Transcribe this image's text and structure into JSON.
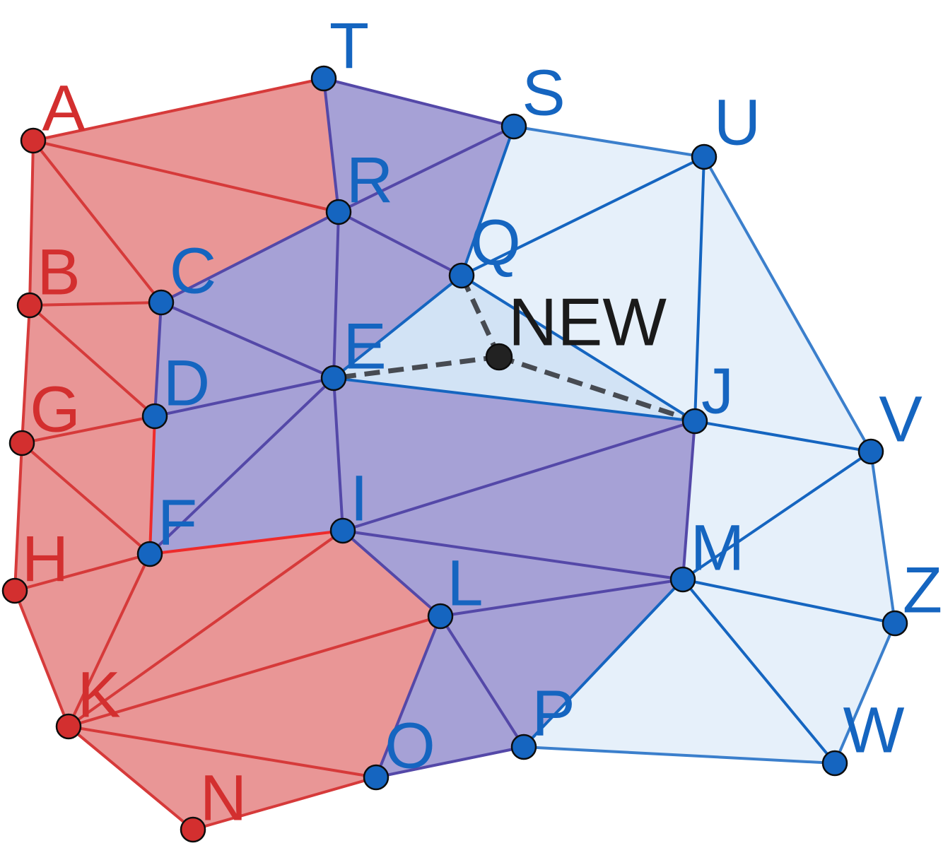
{
  "colors": {
    "red_fill": "#e99696",
    "red_stroke": "#d63a3a",
    "red_edge_bright": "#ee2b2b",
    "red_node": "#d32f2f",
    "red_label": "#d32f2f",
    "purple_fill": "#a6a1d6",
    "purple_stroke": "#5448a8",
    "blue_fill": "#e6f0fa",
    "blue_stroke": "#3b7fcc",
    "blue_node": "#1565c0",
    "blue_label": "#1565c0",
    "new_fill": "#d2e3f5",
    "new_node": "#222222",
    "new_label": "#1a1a1a",
    "dashed": "#474b52"
  },
  "labels": {
    "A": "A",
    "B": "B",
    "C": "C",
    "D": "D",
    "E": "E",
    "F": "F",
    "G": "G",
    "H": "H",
    "I": "I",
    "J": "J",
    "K": "K",
    "L": "L",
    "M": "M",
    "N": "N",
    "O": "O",
    "P": "P",
    "Q": "Q",
    "R": "R",
    "S": "S",
    "T": "T",
    "U": "U",
    "V": "V",
    "W": "W",
    "Z": "Z",
    "NEW": "NEW"
  },
  "nodes": [
    {
      "id": "A",
      "group": "red"
    },
    {
      "id": "B",
      "group": "red"
    },
    {
      "id": "G",
      "group": "red"
    },
    {
      "id": "H",
      "group": "red"
    },
    {
      "id": "K",
      "group": "red"
    },
    {
      "id": "N",
      "group": "red"
    },
    {
      "id": "T",
      "group": "blue"
    },
    {
      "id": "S",
      "group": "blue"
    },
    {
      "id": "U",
      "group": "blue"
    },
    {
      "id": "R",
      "group": "blue"
    },
    {
      "id": "C",
      "group": "blue"
    },
    {
      "id": "Q",
      "group": "blue"
    },
    {
      "id": "E",
      "group": "blue"
    },
    {
      "id": "D",
      "group": "blue"
    },
    {
      "id": "J",
      "group": "blue"
    },
    {
      "id": "V",
      "group": "blue"
    },
    {
      "id": "F",
      "group": "blue"
    },
    {
      "id": "I",
      "group": "blue"
    },
    {
      "id": "M",
      "group": "blue"
    },
    {
      "id": "L",
      "group": "blue"
    },
    {
      "id": "Z",
      "group": "blue"
    },
    {
      "id": "P",
      "group": "blue"
    },
    {
      "id": "O",
      "group": "blue"
    },
    {
      "id": "W",
      "group": "blue"
    },
    {
      "id": "NEW",
      "group": "new"
    }
  ],
  "triangles": [
    {
      "v": [
        "A",
        "T",
        "R"
      ],
      "group": "red"
    },
    {
      "v": [
        "A",
        "R",
        "C"
      ],
      "group": "red"
    },
    {
      "v": [
        "A",
        "B",
        "C"
      ],
      "group": "red"
    },
    {
      "v": [
        "B",
        "C",
        "D"
      ],
      "group": "red"
    },
    {
      "v": [
        "B",
        "G",
        "D"
      ],
      "group": "red"
    },
    {
      "v": [
        "G",
        "D",
        "F"
      ],
      "group": "red"
    },
    {
      "v": [
        "G",
        "H",
        "F"
      ],
      "group": "red"
    },
    {
      "v": [
        "H",
        "F",
        "K"
      ],
      "group": "red"
    },
    {
      "v": [
        "F",
        "I",
        "K"
      ],
      "group": "red"
    },
    {
      "v": [
        "K",
        "I",
        "L"
      ],
      "group": "red"
    },
    {
      "v": [
        "K",
        "L",
        "O"
      ],
      "group": "red"
    },
    {
      "v": [
        "K",
        "O",
        "N"
      ],
      "group": "red"
    },
    {
      "v": [
        "A",
        "B",
        "G",
        "H",
        "K",
        "N",
        "K"
      ],
      "group": "red"
    },
    {
      "v": [
        "T",
        "S",
        "R"
      ],
      "group": "purple"
    },
    {
      "v": [
        "R",
        "S",
        "Q"
      ],
      "group": "purple"
    },
    {
      "v": [
        "R",
        "Q",
        "E"
      ],
      "group": "purple"
    },
    {
      "v": [
        "C",
        "R",
        "E"
      ],
      "group": "purple"
    },
    {
      "v": [
        "C",
        "E",
        "D"
      ],
      "group": "purple"
    },
    {
      "v": [
        "D",
        "E",
        "F"
      ],
      "group": "purple"
    },
    {
      "v": [
        "F",
        "E",
        "I"
      ],
      "group": "purple"
    },
    {
      "v": [
        "E",
        "J",
        "I"
      ],
      "group": "purple"
    },
    {
      "v": [
        "I",
        "J",
        "M"
      ],
      "group": "purple"
    },
    {
      "v": [
        "I",
        "M",
        "L"
      ],
      "group": "purple"
    },
    {
      "v": [
        "L",
        "M",
        "P"
      ],
      "group": "purple"
    },
    {
      "v": [
        "L",
        "P",
        "O"
      ],
      "group": "purple"
    },
    {
      "v": [
        "S",
        "U",
        "Q"
      ],
      "group": "blue"
    },
    {
      "v": [
        "Q",
        "U",
        "J"
      ],
      "group": "blue"
    },
    {
      "v": [
        "U",
        "V",
        "J"
      ],
      "group": "blue"
    },
    {
      "v": [
        "J",
        "V",
        "M"
      ],
      "group": "blue"
    },
    {
      "v": [
        "M",
        "V",
        "Z"
      ],
      "group": "blue"
    },
    {
      "v": [
        "M",
        "Z",
        "W"
      ],
      "group": "blue"
    },
    {
      "v": [
        "P",
        "M",
        "W"
      ],
      "group": "blue"
    },
    {
      "v": [
        "Q",
        "J",
        "E"
      ],
      "group": "new"
    }
  ],
  "edges": [
    {
      "a": "A",
      "b": "T",
      "style": "red"
    },
    {
      "a": "A",
      "b": "R",
      "style": "red"
    },
    {
      "a": "A",
      "b": "C",
      "style": "red"
    },
    {
      "a": "A",
      "b": "B",
      "style": "red"
    },
    {
      "a": "B",
      "b": "C",
      "style": "red"
    },
    {
      "a": "B",
      "b": "D",
      "style": "red"
    },
    {
      "a": "B",
      "b": "G",
      "style": "red"
    },
    {
      "a": "G",
      "b": "D",
      "style": "red"
    },
    {
      "a": "G",
      "b": "F",
      "style": "red"
    },
    {
      "a": "G",
      "b": "H",
      "style": "red"
    },
    {
      "a": "H",
      "b": "F",
      "style": "red"
    },
    {
      "a": "H",
      "b": "K",
      "style": "red"
    },
    {
      "a": "F",
      "b": "K",
      "style": "red"
    },
    {
      "a": "I",
      "b": "K",
      "style": "red"
    },
    {
      "a": "L",
      "b": "K",
      "style": "red"
    },
    {
      "a": "O",
      "b": "K",
      "style": "red"
    },
    {
      "a": "K",
      "b": "N",
      "style": "red"
    },
    {
      "a": "N",
      "b": "O",
      "style": "red"
    },
    {
      "a": "D",
      "b": "F",
      "style": "red_bright"
    },
    {
      "a": "F",
      "b": "I",
      "style": "red_bright"
    },
    {
      "a": "T",
      "b": "R",
      "style": "purple"
    },
    {
      "a": "T",
      "b": "S",
      "style": "purple"
    },
    {
      "a": "R",
      "b": "S",
      "style": "purple"
    },
    {
      "a": "R",
      "b": "Q",
      "style": "purple"
    },
    {
      "a": "R",
      "b": "C",
      "style": "purple"
    },
    {
      "a": "R",
      "b": "E",
      "style": "purple"
    },
    {
      "a": "C",
      "b": "E",
      "style": "purple"
    },
    {
      "a": "C",
      "b": "D",
      "style": "purple"
    },
    {
      "a": "D",
      "b": "E",
      "style": "purple"
    },
    {
      "a": "E",
      "b": "F",
      "style": "purple"
    },
    {
      "a": "E",
      "b": "I",
      "style": "purple"
    },
    {
      "a": "I",
      "b": "J",
      "style": "purple"
    },
    {
      "a": "I",
      "b": "M",
      "style": "purple"
    },
    {
      "a": "I",
      "b": "L",
      "style": "purple"
    },
    {
      "a": "L",
      "b": "M",
      "style": "purple"
    },
    {
      "a": "L",
      "b": "P",
      "style": "purple"
    },
    {
      "a": "L",
      "b": "O",
      "style": "purple"
    },
    {
      "a": "O",
      "b": "P",
      "style": "purple"
    },
    {
      "a": "J",
      "b": "M",
      "style": "purple"
    },
    {
      "a": "S",
      "b": "Q",
      "style": "blue"
    },
    {
      "a": "S",
      "b": "U",
      "style": "blue_light"
    },
    {
      "a": "Q",
      "b": "U",
      "style": "blue"
    },
    {
      "a": "Q",
      "b": "E",
      "style": "blue"
    },
    {
      "a": "Q",
      "b": "J",
      "style": "blue"
    },
    {
      "a": "E",
      "b": "J",
      "style": "blue"
    },
    {
      "a": "U",
      "b": "J",
      "style": "blue"
    },
    {
      "a": "U",
      "b": "V",
      "style": "blue_light"
    },
    {
      "a": "J",
      "b": "V",
      "style": "blue"
    },
    {
      "a": "M",
      "b": "V",
      "style": "blue"
    },
    {
      "a": "M",
      "b": "Z",
      "style": "blue"
    },
    {
      "a": "M",
      "b": "W",
      "style": "blue"
    },
    {
      "a": "M",
      "b": "P",
      "style": "blue"
    },
    {
      "a": "V",
      "b": "Z",
      "style": "blue_light"
    },
    {
      "a": "Z",
      "b": "W",
      "style": "blue_light"
    },
    {
      "a": "P",
      "b": "W",
      "style": "blue_light"
    },
    {
      "a": "NEW",
      "b": "Q",
      "style": "dashed"
    },
    {
      "a": "NEW",
      "b": "E",
      "style": "dashed"
    },
    {
      "a": "NEW",
      "b": "J",
      "style": "dashed"
    }
  ]
}
